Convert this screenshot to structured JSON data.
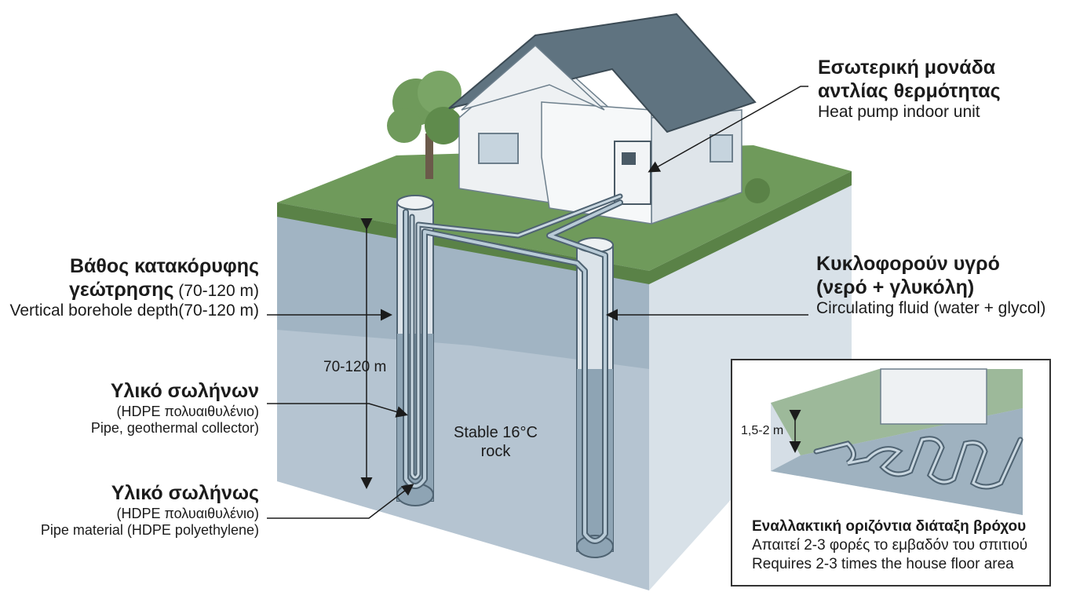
{
  "labels": {
    "depth": {
      "title_bold_1": "Βάθος κατακόρυφης",
      "title_bold_2": "γεώτρησης",
      "title_range": " (70-120 m)",
      "subtitle": "Vertical borehole depth(70-120 m)"
    },
    "pipes": {
      "title": "Υλικό σωλήνων",
      "line1": "(HDPE πολυαιθυλένιο)",
      "line2": "Pipe, geothermal collector)"
    },
    "pipe": {
      "title": "Υλικό σωλήνως",
      "line1": "(HDPE πολυαιθυλένιο)",
      "line2": "Pipe material (HDPE polyethylene)"
    },
    "indoor": {
      "title1": "Εσωτερική μονάδα",
      "title2": "αντλίας θερμότητας",
      "subtitle": "Heat pump indoor unit"
    },
    "fluid": {
      "title1": "Κυκλοφορούν υγρό",
      "title2": "(νερό + γλυκόλη)",
      "subtitle": "Circulating fluid (water + glycol)"
    },
    "depth_mark": "70-120 m",
    "rock": {
      "line1": "Stable 16°C",
      "line2": "rock"
    },
    "shallow_depth": "1,5-2 m"
  },
  "inset": {
    "title": "Εναλλακτική οριζόντια διάταξη βρόχου",
    "line1": "Απαιτεί 2-3 φορές το εμβαδόν του σπιτιού",
    "line2": "Requires 2-3 times the house floor area"
  },
  "colors": {
    "grass": "#6f9a5b",
    "grass_dark": "#5a8247",
    "soil_front": "#b9c7d3",
    "soil_side": "#d7e0e7",
    "pipe": "#5b7585",
    "roof": "#5f7380",
    "house": "#eef1f3"
  }
}
